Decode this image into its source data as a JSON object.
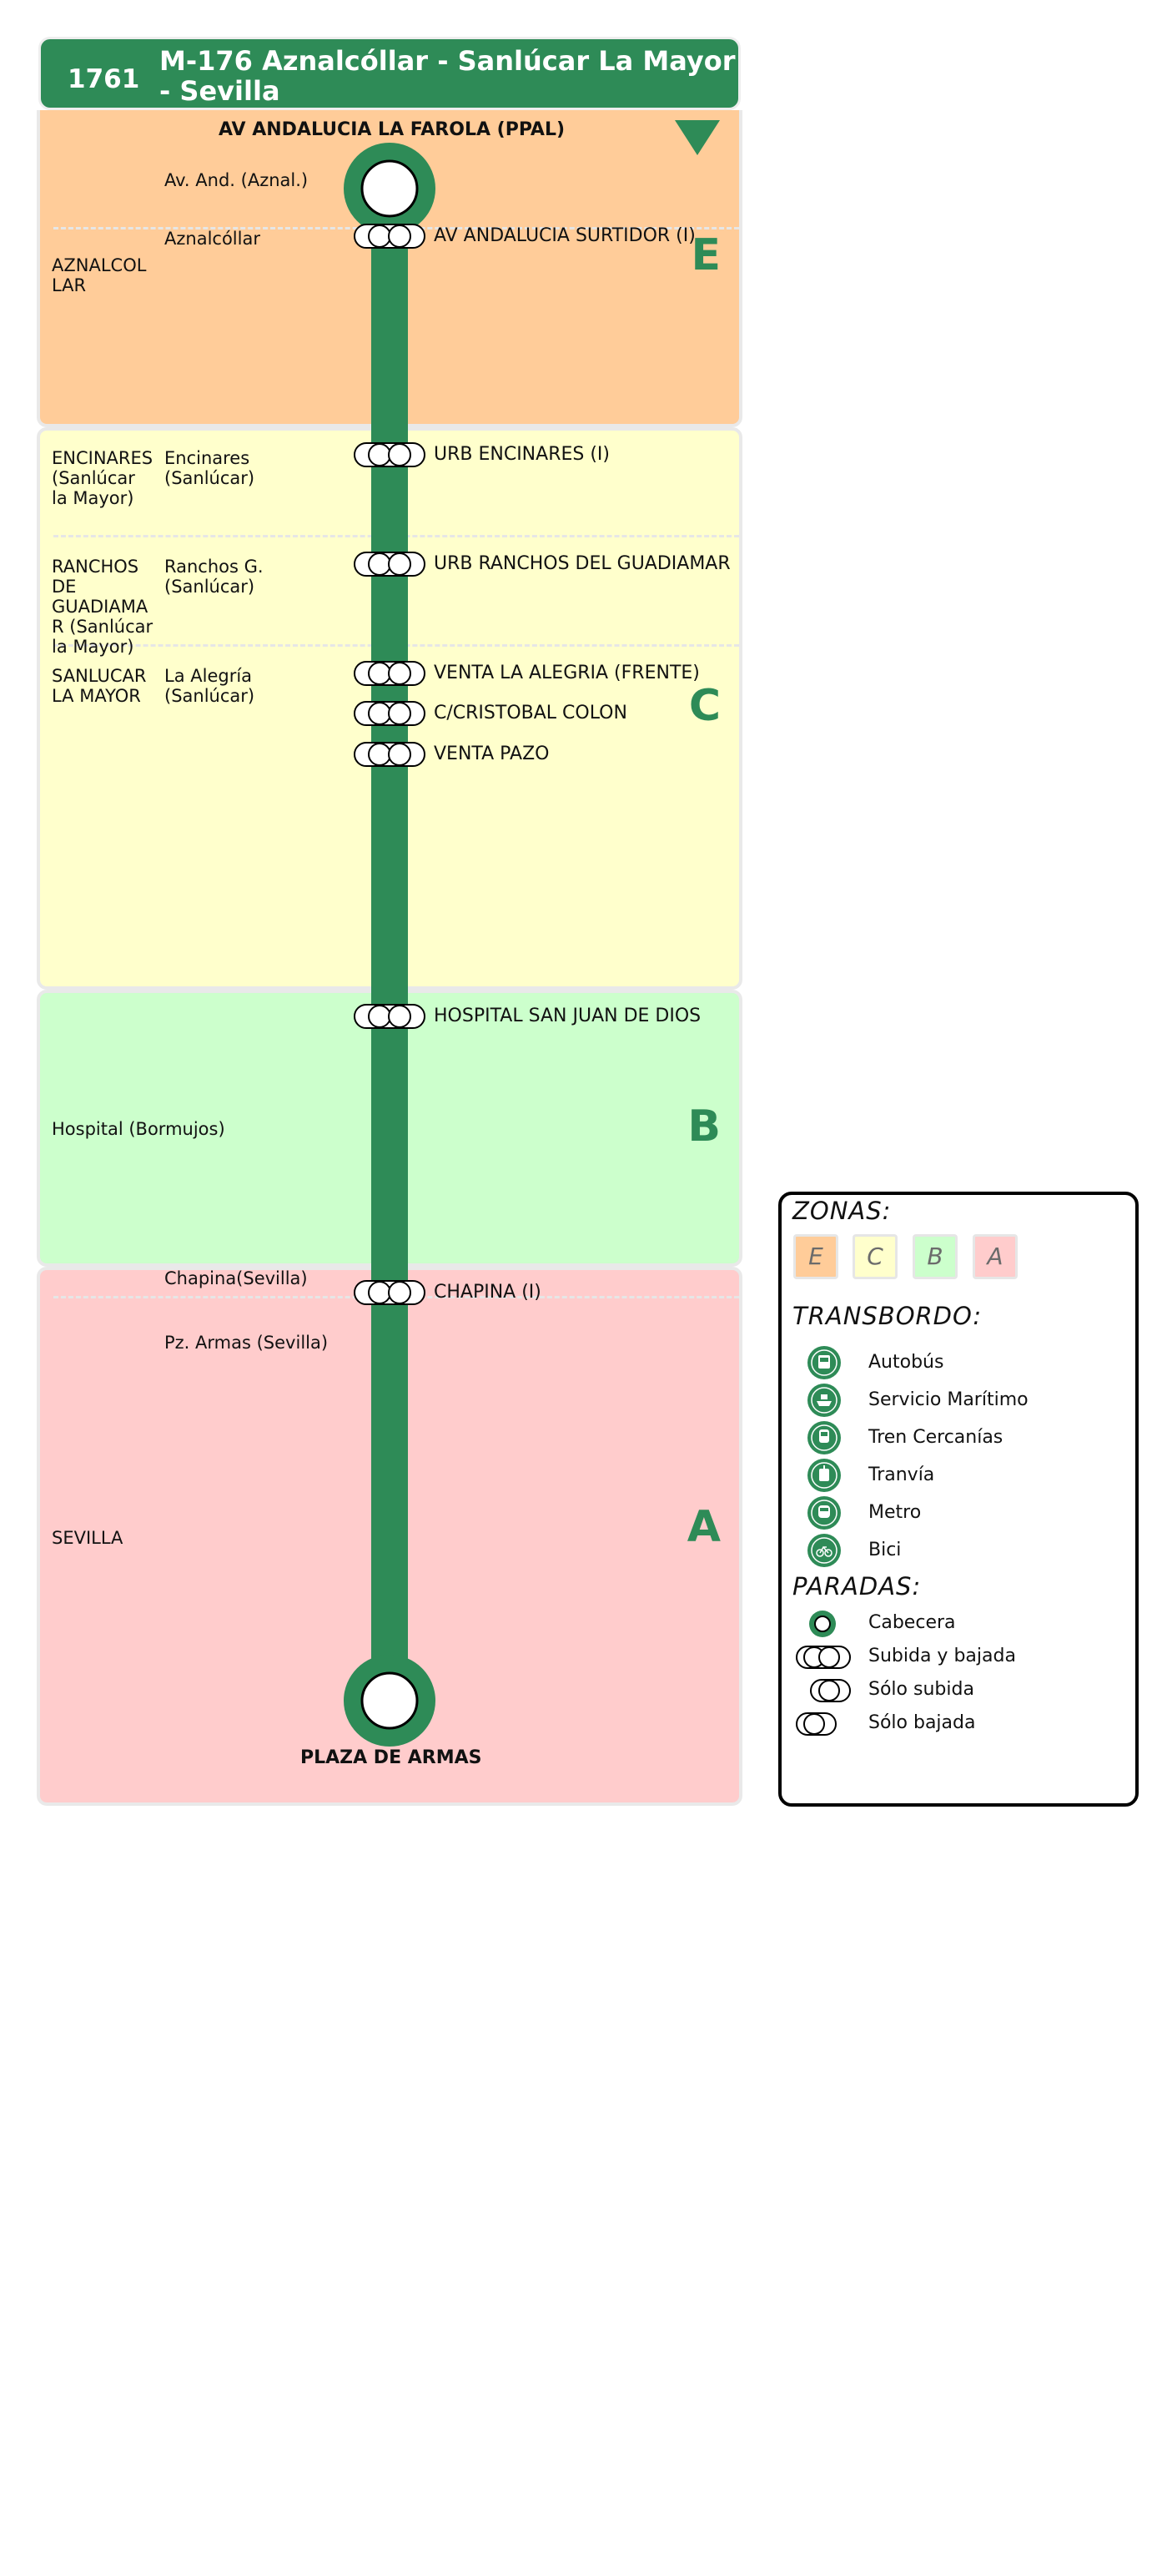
{
  "header": {
    "line_number": "1761",
    "title": "M-176 Aznalcóllar - Sanlúcar La Mayor\n- Sevilla",
    "color": "#2e8b57"
  },
  "direction_icon": "triangle-down-icon",
  "origin_label": "AV ANDALUCIA LA FAROLA (PPAL)",
  "destination_label": "PLAZA DE ARMAS",
  "zones": [
    {
      "letter": "E",
      "color": "#ffcc99"
    },
    {
      "letter": "C",
      "color": "#ffffcc"
    },
    {
      "letter": "B",
      "color": "#ccffcc"
    },
    {
      "letter": "A",
      "color": "#ffcccc"
    }
  ],
  "municipalities": [
    {
      "name": "AZNALCOL\nLAR"
    },
    {
      "name": "ENCINARES\n(Sanlúcar\nla Mayor)"
    },
    {
      "name": "RANCHOS\nDE\nGUADIAMA\nR (Sanlúcar\nla Mayor)"
    },
    {
      "name": "SANLUCAR\nLA MAYOR"
    },
    {
      "name": "Hospital (Bormujos)"
    },
    {
      "name": "SEVILLA"
    }
  ],
  "localities": [
    {
      "name": "Av. And. (Aznal.)"
    },
    {
      "name": "Aznalcóllar"
    },
    {
      "name": "Encinares\n(Sanlúcar)"
    },
    {
      "name": "Ranchos G.\n(Sanlúcar)"
    },
    {
      "name": "La Alegría\n(Sanlúcar)"
    },
    {
      "name": "Chapina(Sevilla)"
    },
    {
      "name": "Pz. Armas (Sevilla)"
    }
  ],
  "stops": [
    {
      "name": "AV ANDALUCIA SURTIDOR (I)",
      "type": "subida-bajada"
    },
    {
      "name": "URB ENCINARES (I)",
      "type": "subida-bajada"
    },
    {
      "name": "URB RANCHOS DEL GUADIAMAR",
      "type": "subida-bajada"
    },
    {
      "name": "VENTA LA ALEGRIA (FRENTE)",
      "type": "subida-bajada"
    },
    {
      "name": "C/CRISTOBAL COLON",
      "type": "subida-bajada"
    },
    {
      "name": "VENTA PAZO",
      "type": "subida-bajada"
    },
    {
      "name": "HOSPITAL SAN JUAN DE DIOS",
      "type": "subida-bajada"
    },
    {
      "name": "CHAPINA (I)",
      "type": "subida-bajada"
    }
  ],
  "legend": {
    "zonas_title": "ZONAS:",
    "zone_swatches": [
      {
        "letter": "E",
        "color": "#ffcc99"
      },
      {
        "letter": "C",
        "color": "#ffffcc"
      },
      {
        "letter": "B",
        "color": "#ccffcc"
      },
      {
        "letter": "A",
        "color": "#ffcccc"
      }
    ],
    "transbordo_title": "TRANSBORDO:",
    "transbordo_items": [
      {
        "label": "Autobús",
        "icon": "bus-icon"
      },
      {
        "label": "Servicio Marítimo",
        "icon": "boat-icon"
      },
      {
        "label": "Tren Cercanías",
        "icon": "train-icon"
      },
      {
        "label": "Tranvía",
        "icon": "tram-icon"
      },
      {
        "label": "Metro",
        "icon": "metro-icon"
      },
      {
        "label": "Bici",
        "icon": "bike-icon"
      }
    ],
    "paradas_title": "PARADAS:",
    "paradas_items": [
      {
        "label": "Cabecera",
        "icon": "terminal-stop-icon"
      },
      {
        "label": "Subida y bajada",
        "icon": "board-alight-stop-icon"
      },
      {
        "label": "Sólo subida",
        "icon": "board-only-stop-icon"
      },
      {
        "label": "Sólo bajada",
        "icon": "alight-only-stop-icon"
      }
    ]
  }
}
